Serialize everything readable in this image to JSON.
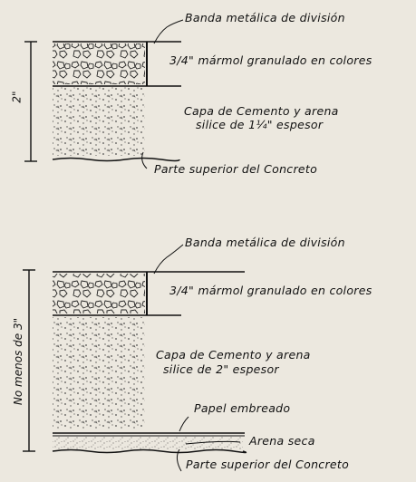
{
  "detail_top": {
    "divider_strip_label": "Banda metálica de división",
    "terrazzo_label": "3/4\" mármol granulado en colores",
    "underbed_label_line1": "Capa de Cemento y arena",
    "underbed_label_line2": "silice de 1¼\" espesor",
    "concrete_label": "Parte superior del Concreto",
    "dimension_label": "2\""
  },
  "detail_bottom": {
    "divider_strip_label": "Banda metálica de división",
    "terrazzo_label": "3/4\" mármol granulado en colores",
    "underbed_label_line1": "Capa de Cemento y arena",
    "underbed_label_line2": "silice de 2\" espesor",
    "membrane_label": "Papel embreado",
    "sand_label": "Arena seca",
    "concrete_label": "Parte superior del Concreto",
    "dimension_label": "No menos de 3\""
  }
}
